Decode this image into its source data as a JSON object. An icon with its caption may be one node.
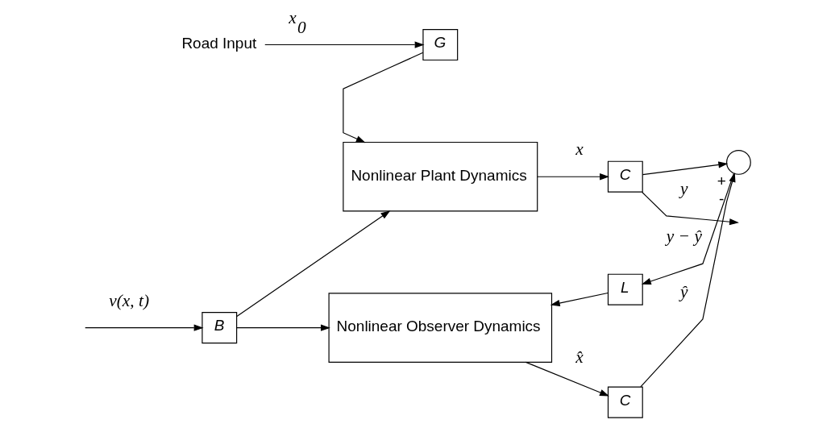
{
  "diagram": {
    "nodes": [
      {
        "text": [
          "Road Input"
        ]
      },
      {
        "text": [
          "G"
        ]
      },
      {
        "text": [
          "Nonlinear Plant Dynamics"
        ]
      },
      {
        "text": [
          "B"
        ]
      },
      {
        "text": [
          "C"
        ]
      },
      {
        "text": [
          "L"
        ]
      },
      {
        "text": [],
        "shape": "circle",
        "beside": [
          "+",
          "-"
        ]
      },
      {
        "text": [
          "Nonlinear Observer Dynamics"
        ]
      },
      {
        "text": [
          "C"
        ]
      }
    ],
    "edges": [
      {
        "from": 0,
        "to": 1,
        "arrow": "to",
        "label": "x$_{0}$"
      },
      {
        "from": 1,
        "to": 2,
        "arrow": "to"
      },
      {
        "from": null,
        "to": 3,
        "arrow": "to",
        "label": "v(x, t)"
      },
      {
        "from": 3,
        "to": 2,
        "arrow": "to"
      },
      {
        "from": 3,
        "to": 7,
        "arrow": "to"
      },
      {
        "from": 2,
        "to": 4,
        "arrow": "to",
        "label": "x"
      },
      {
        "from": 4,
        "to": null,
        "arrow": "to",
        "label": "y"
      },
      {
        "from": 4,
        "to": 6,
        "arrow": "to"
      },
      {
        "from": 6,
        "to": 5,
        "arrow": "to",
        "label": "y − ŷ"
      },
      {
        "from": 5,
        "to": 7,
        "arrow": "to"
      },
      {
        "from": 7,
        "to": 8,
        "arrow": "to",
        "label": "x̂"
      },
      {
        "from": 8,
        "to": 6,
        "arrow": "to",
        "label": "ŷ"
      }
    ]
  }
}
